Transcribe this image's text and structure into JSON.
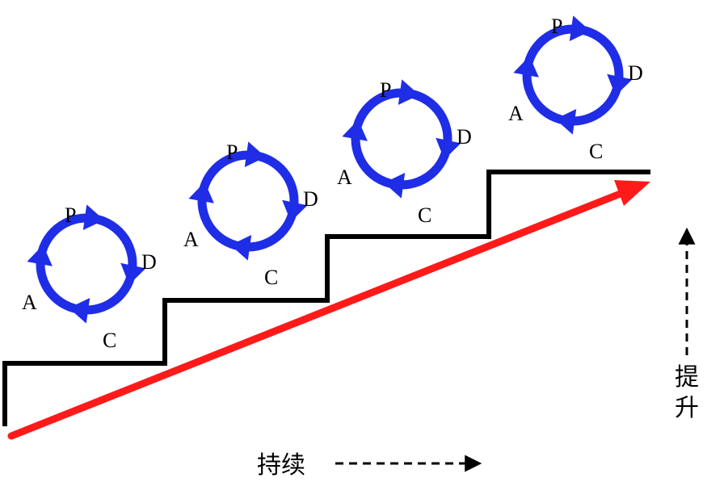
{
  "cycle_labels": {
    "p": "P",
    "d": "D",
    "c": "C",
    "a": "A"
  },
  "cycle_count": 4,
  "axis": {
    "horizontal_label": "持续",
    "vertical_label_top": "提",
    "vertical_label_bottom": "升"
  },
  "colors": {
    "cycle": "#1f2de6",
    "trend_arrow": "#ff1a1a",
    "stairs": "#000000",
    "text": "#000000"
  }
}
